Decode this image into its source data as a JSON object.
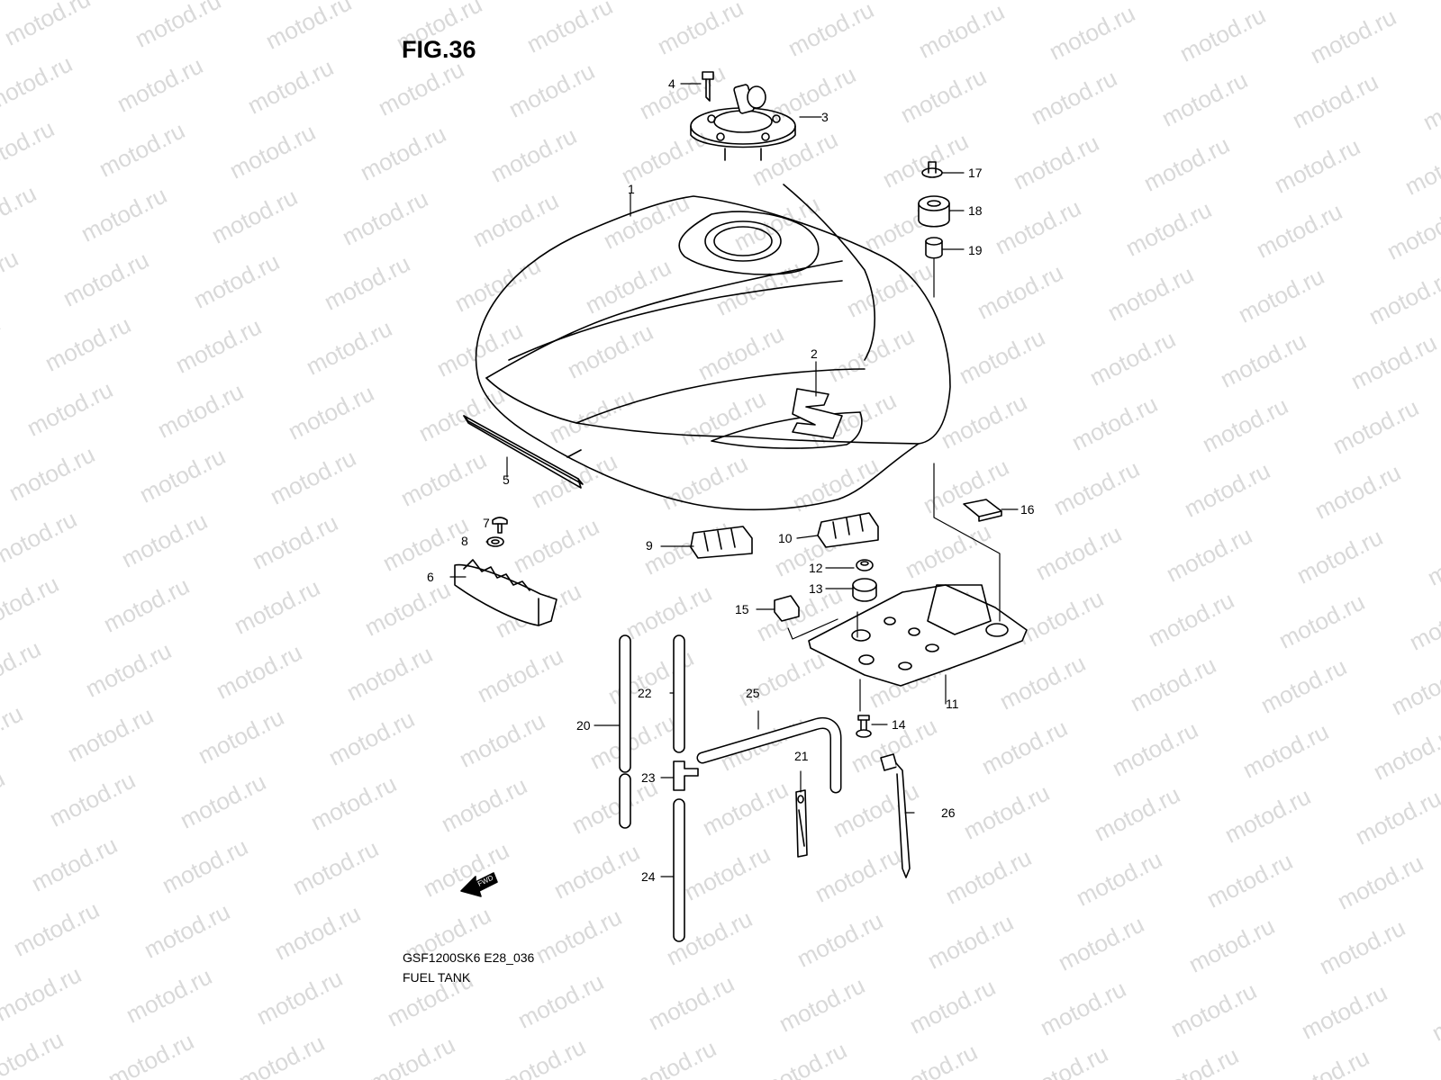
{
  "figure": {
    "title": "FIG.36",
    "code": "GSF1200SK6 E28_036",
    "caption": "FUEL TANK"
  },
  "watermark": {
    "text": "motod.ru"
  },
  "fwd_arrow": {
    "label": "FWD"
  },
  "callouts": [
    {
      "id": "1",
      "label": "1"
    },
    {
      "id": "2",
      "label": "2"
    },
    {
      "id": "3",
      "label": "3"
    },
    {
      "id": "4",
      "label": "4"
    },
    {
      "id": "5",
      "label": "5"
    },
    {
      "id": "6",
      "label": "6"
    },
    {
      "id": "7",
      "label": "7"
    },
    {
      "id": "8",
      "label": "8"
    },
    {
      "id": "9",
      "label": "9"
    },
    {
      "id": "10",
      "label": "10"
    },
    {
      "id": "11",
      "label": "11"
    },
    {
      "id": "12",
      "label": "12"
    },
    {
      "id": "13",
      "label": "13"
    },
    {
      "id": "14",
      "label": "14"
    },
    {
      "id": "15",
      "label": "15"
    },
    {
      "id": "16",
      "label": "16"
    },
    {
      "id": "17",
      "label": "17"
    },
    {
      "id": "18",
      "label": "18"
    },
    {
      "id": "19",
      "label": "19"
    },
    {
      "id": "20",
      "label": "20"
    },
    {
      "id": "21",
      "label": "21"
    },
    {
      "id": "22",
      "label": "22"
    },
    {
      "id": "23",
      "label": "23"
    },
    {
      "id": "24",
      "label": "24"
    },
    {
      "id": "25",
      "label": "25"
    },
    {
      "id": "26",
      "label": "26"
    }
  ]
}
